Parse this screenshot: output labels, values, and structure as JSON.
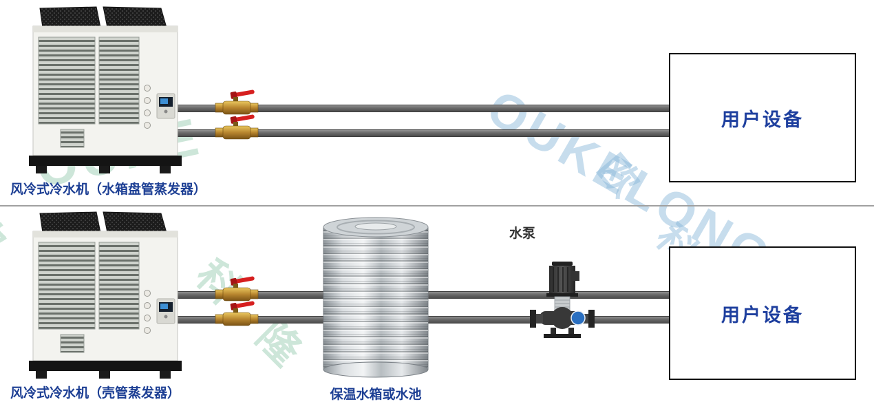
{
  "watermarks": {
    "latin_full": "OUKELONG",
    "latin_part": "OUKE",
    "cjk_full": "欧 科 隆",
    "cjk_part": "科 隆",
    "cjk_single": "欧"
  },
  "top_section": {
    "chiller_label": "风冷式冷水机（水箱盘管蒸发器）",
    "user_box_label": "用户设备"
  },
  "bottom_section": {
    "chiller_label": "风冷式冷水机（壳管蒸发器）",
    "tank_label": "保温水箱或水池",
    "pump_label": "水泵",
    "user_box_label": "用户设备"
  },
  "colors": {
    "label_blue": "#1d3f94",
    "pump_label_dark": "#333333",
    "pipe_gray": "#696969",
    "box_border": "#101010",
    "watermark_blue": "#82b4d7",
    "watermark_green": "#87c3a5",
    "valve_brass": "#c89433",
    "valve_handle_red": "#d61f1f"
  }
}
